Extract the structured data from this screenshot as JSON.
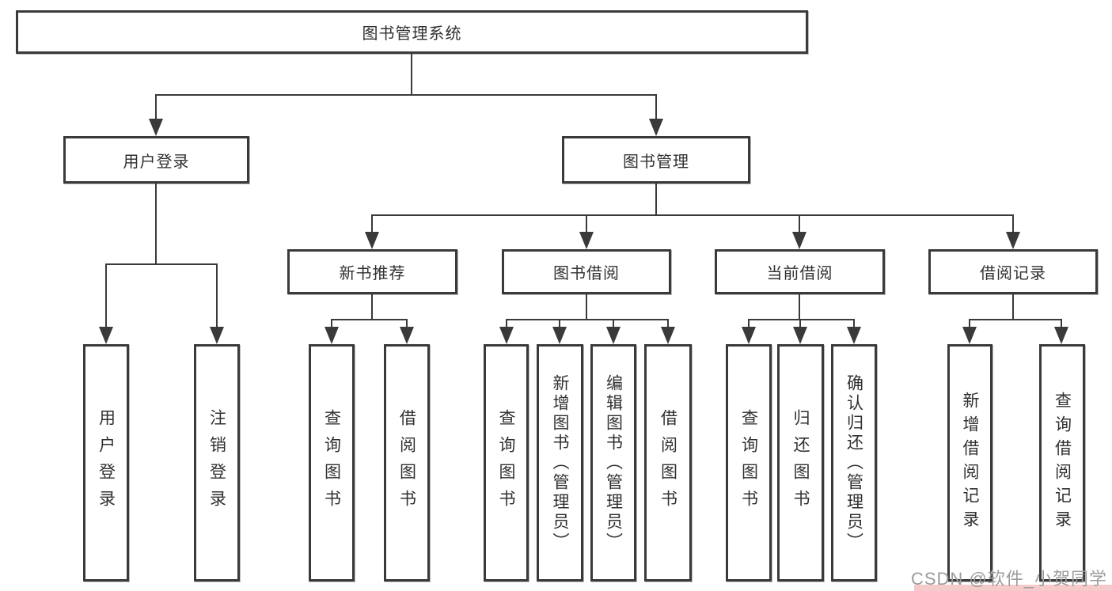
{
  "diagram_type": "hierarchy-tree",
  "nodes": {
    "root": "图书管理系统",
    "user_login": "用户登录",
    "book_mgmt": "图书管理",
    "new_book_rec": "新书推荐",
    "book_borrow": "图书借阅",
    "current_borrow": "当前借阅",
    "borrow_record": "借阅记录",
    "leaf_user_login": "用户登录",
    "leaf_logout": "注销登录",
    "leaf_nb_query": "查询图书",
    "leaf_nb_borrow": "借阅图书",
    "leaf_bb_query": "查询图书",
    "leaf_bb_add": "新增图书（管理员）",
    "leaf_bb_edit": "编辑图书（管理员）",
    "leaf_bb_borrow": "借阅图书",
    "leaf_cb_query": "查询图书",
    "leaf_cb_return": "归还图书",
    "leaf_cb_confirm": "确认归还（管理员）",
    "leaf_br_add": "新增借阅记录",
    "leaf_br_query": "查询借阅记录"
  },
  "hierarchy": {
    "图书管理系统": {
      "用户登录": [
        "用户登录",
        "注销登录"
      ],
      "图书管理": {
        "新书推荐": [
          "查询图书",
          "借阅图书"
        ],
        "图书借阅": [
          "查询图书",
          "新增图书（管理员）",
          "编辑图书（管理员）",
          "借阅图书"
        ],
        "当前借阅": [
          "查询图书",
          "归还图书",
          "确认归还（管理员）"
        ],
        "借阅记录": [
          "新增借阅记录",
          "查询借阅记录"
        ]
      }
    }
  },
  "watermark": {
    "text": "CSDN @软件_小贺同学"
  },
  "colors": {
    "line": "#3a3a3a",
    "box_bg": "#ffffff",
    "text": "#303030",
    "watermark": "#9c9c9c",
    "accent_strip": "#f5caca"
  }
}
